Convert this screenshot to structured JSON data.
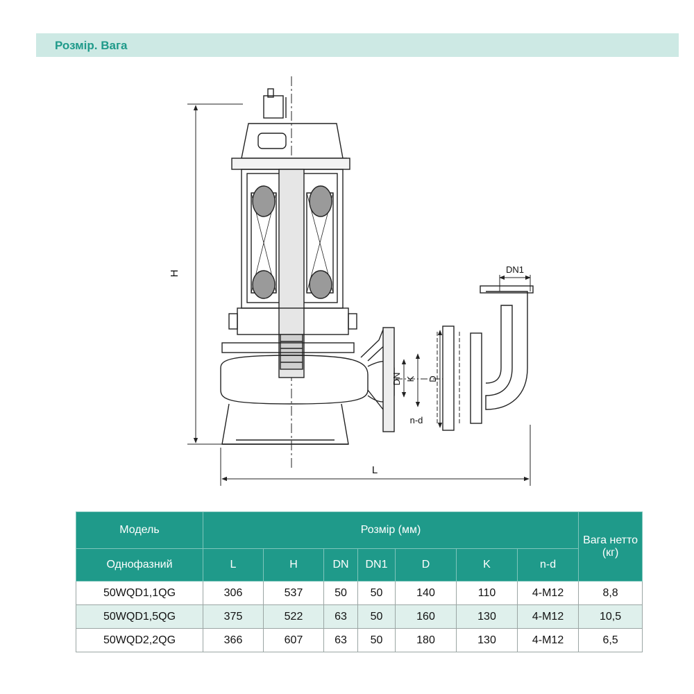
{
  "header": {
    "title": "Розмір. Вага"
  },
  "drawing": {
    "labels": {
      "H": "H",
      "L": "L",
      "DN1": "DN1",
      "DN": "DN",
      "K": "K",
      "D": "D",
      "nd": "n-d"
    }
  },
  "table": {
    "header_model": "Модель",
    "header_size": "Розмір (мм)",
    "header_weight": "Вага нетто (кг)",
    "subheader_type": "Однофазний",
    "columns": [
      "L",
      "H",
      "DN",
      "DN1",
      "D",
      "K",
      "n-d"
    ],
    "rows": [
      [
        "50WQD1,1QG",
        "306",
        "537",
        "50",
        "50",
        "140",
        "110",
        "4-M12",
        "8,8"
      ],
      [
        "50WQD1,5QG",
        "375",
        "522",
        "63",
        "50",
        "160",
        "130",
        "4-M12",
        "10,5"
      ],
      [
        "50WQD2,2QG",
        "366",
        "607",
        "63",
        "50",
        "180",
        "130",
        "4-M12",
        "6,5"
      ]
    ]
  },
  "colors": {
    "accent": "#1f9a8a",
    "header_bg": "#cde9e4",
    "row_alt": "#dff0ec"
  }
}
